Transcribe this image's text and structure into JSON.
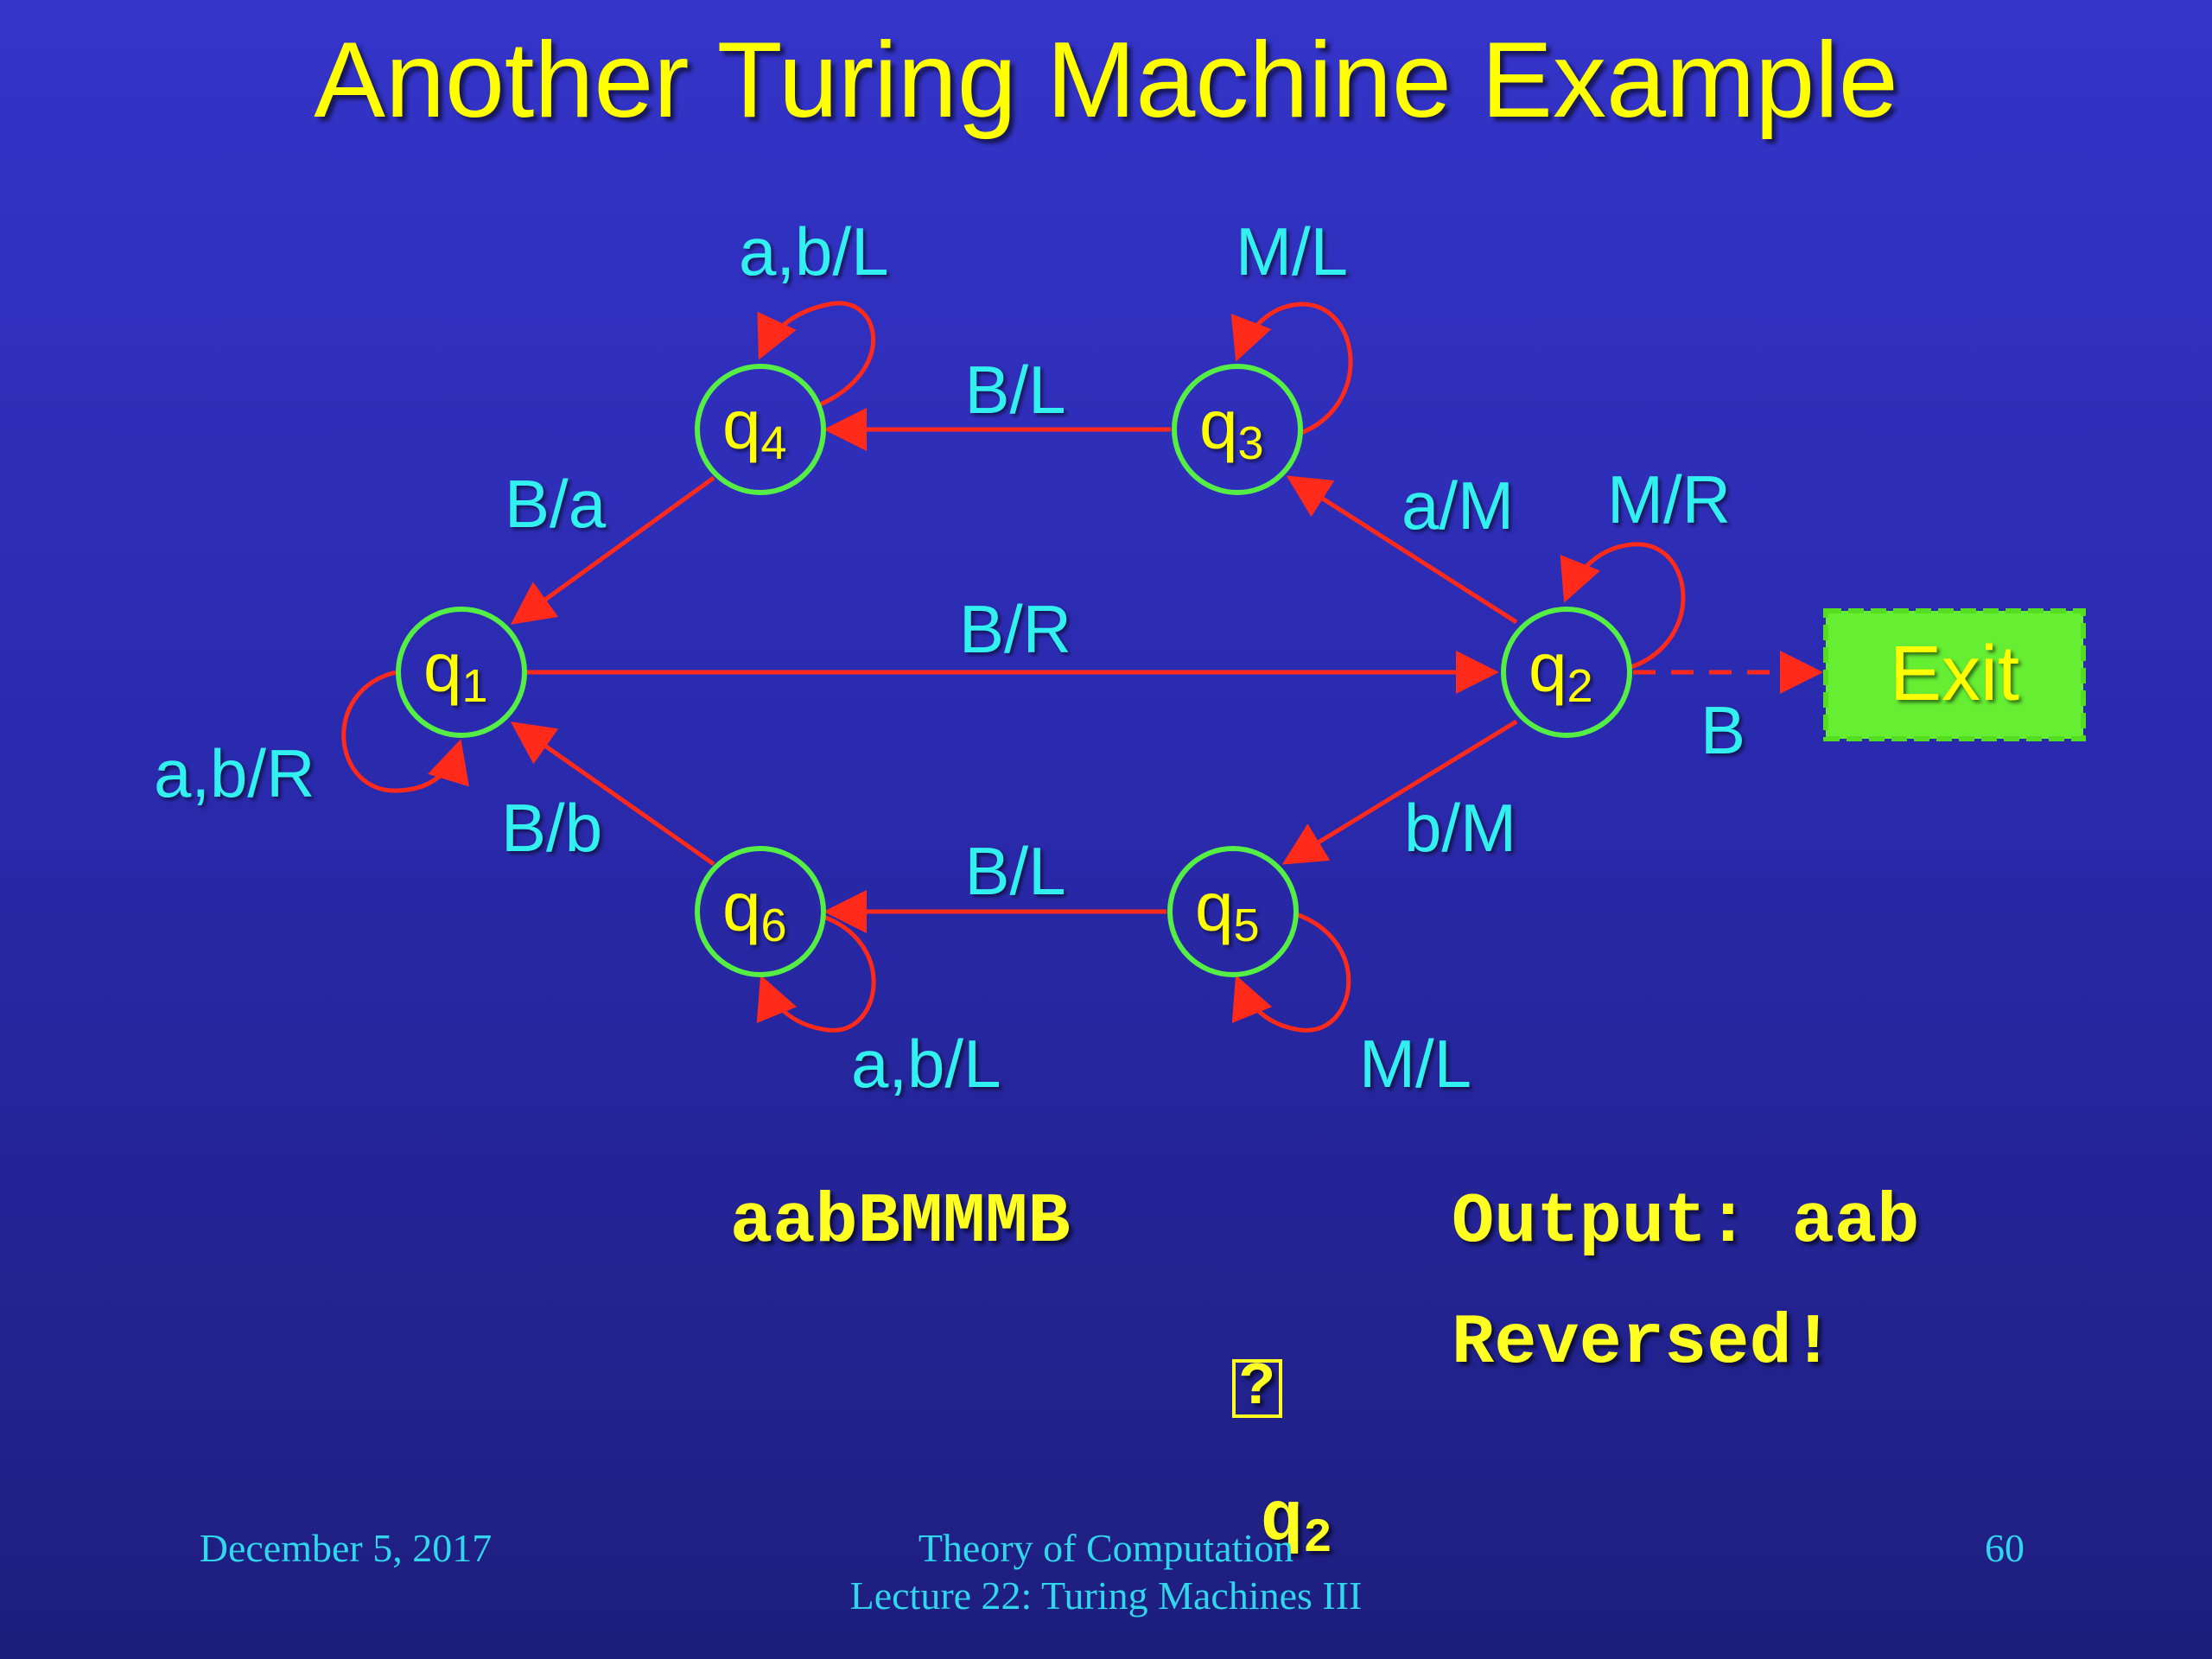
{
  "slide": {
    "title": "Another Turing Machine Example",
    "colors": {
      "title": "#ffff00",
      "state_text": "#ffff00",
      "state_ring": "#55ee44",
      "edge": "#ff2a1a",
      "edge_label": "#33f0f0",
      "exit_fill": "#66ee33",
      "footer": "#2fd6ec"
    }
  },
  "diagram": {
    "states": [
      {
        "id": "q1",
        "base": "q",
        "sub": "1"
      },
      {
        "id": "q2",
        "base": "q",
        "sub": "2"
      },
      {
        "id": "q3",
        "base": "q",
        "sub": "3"
      },
      {
        "id": "q4",
        "base": "q",
        "sub": "4"
      },
      {
        "id": "q5",
        "base": "q",
        "sub": "5"
      },
      {
        "id": "q6",
        "base": "q",
        "sub": "6"
      }
    ],
    "exit": {
      "label": "Exit"
    },
    "transitions": [
      {
        "from": "q1",
        "to": "q2",
        "label": "B/R"
      },
      {
        "from": "q1",
        "to": "q1",
        "label": "a,b/R"
      },
      {
        "from": "q2",
        "to": "q2",
        "label": "M/R"
      },
      {
        "from": "q2",
        "to": "q3",
        "label": "a/M"
      },
      {
        "from": "q2",
        "to": "q5",
        "label": "b/M"
      },
      {
        "from": "q2",
        "to": "exit",
        "label": "B",
        "dashed": true
      },
      {
        "from": "q3",
        "to": "q3",
        "label": "M/L"
      },
      {
        "from": "q3",
        "to": "q4",
        "label": "B/L"
      },
      {
        "from": "q4",
        "to": "q4",
        "label": "a,b/L"
      },
      {
        "from": "q4",
        "to": "q1",
        "label": "B/a"
      },
      {
        "from": "q5",
        "to": "q5",
        "label": "M/L"
      },
      {
        "from": "q5",
        "to": "q6",
        "label": "B/L"
      },
      {
        "from": "q6",
        "to": "q6",
        "label": "a,b/L"
      },
      {
        "from": "q6",
        "to": "q1",
        "label": "B/b"
      }
    ]
  },
  "tape": {
    "contents": "aabBMMMB",
    "head_marker": "?",
    "head_state_base": "q",
    "head_state_sub": "2"
  },
  "output": {
    "line1": "Output: aab",
    "line2": "Reversed!"
  },
  "footer": {
    "date": "December 5, 2017",
    "course": "Theory of Computation",
    "lecture": "Lecture 22: Turing Machines III",
    "page": "60"
  }
}
